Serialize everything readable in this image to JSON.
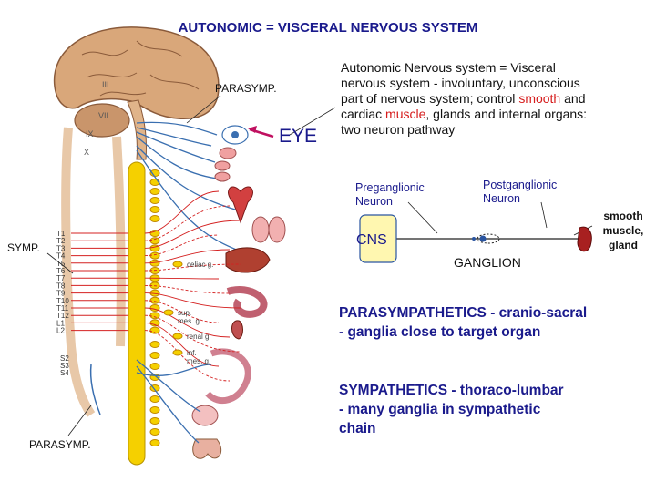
{
  "title": "AUTONOMIC = VISCERAL NERVOUS SYSTEM",
  "labels": {
    "parasymp_top": "PARASYMP.",
    "eye": "EYE",
    "symp": "SYMP.",
    "parasymp_bottom": "PARASYMP."
  },
  "description": {
    "before_smooth": "Autonomic Nervous system = Visceral nervous system - involuntary, unconscious part of nervous system; control ",
    "smooth": "smooth",
    "and": " and cardiac ",
    "muscle": "muscle",
    "after_muscle": ", glands and internal organs: two neuron pathway"
  },
  "pathway": {
    "preganglionic": "Preganglionic Neuron",
    "postganglionic": "Postganglionic Neuron",
    "cns": "CNS",
    "ganglion": "GANGLION",
    "target": "smooth muscle, gland"
  },
  "parasympathetics": "PARASYMPATHETICS - cranio-sacral - ganglia close to  target organ",
  "sympathetics": "SYMPATHETICS - thoraco-lumbar - many ganglia in sympathetic chain",
  "anatomy": {
    "cranial_nerves": [
      "III",
      "VII",
      "IX",
      "X"
    ],
    "spinal_segments": [
      "T1",
      "T2",
      "T3",
      "T4",
      "T5",
      "T6",
      "T7",
      "T8",
      "T9",
      "T10",
      "T11",
      "T12",
      "L1",
      "L2"
    ],
    "sacral_segments": [
      "S2",
      "S3",
      "S4"
    ],
    "ganglia": [
      "celiac g.",
      "sup. mes. g.",
      "renal g.",
      "inf. mes. g."
    ]
  },
  "colors": {
    "title_blue": "#1a1a8c",
    "emphasis_red": "#d61c1c",
    "parasympathetic_blue": "#3a6fb0",
    "sympathetic_red": "#d42020",
    "cord_yellow": "#f5d000",
    "brain_tan": "#d9a77a"
  }
}
